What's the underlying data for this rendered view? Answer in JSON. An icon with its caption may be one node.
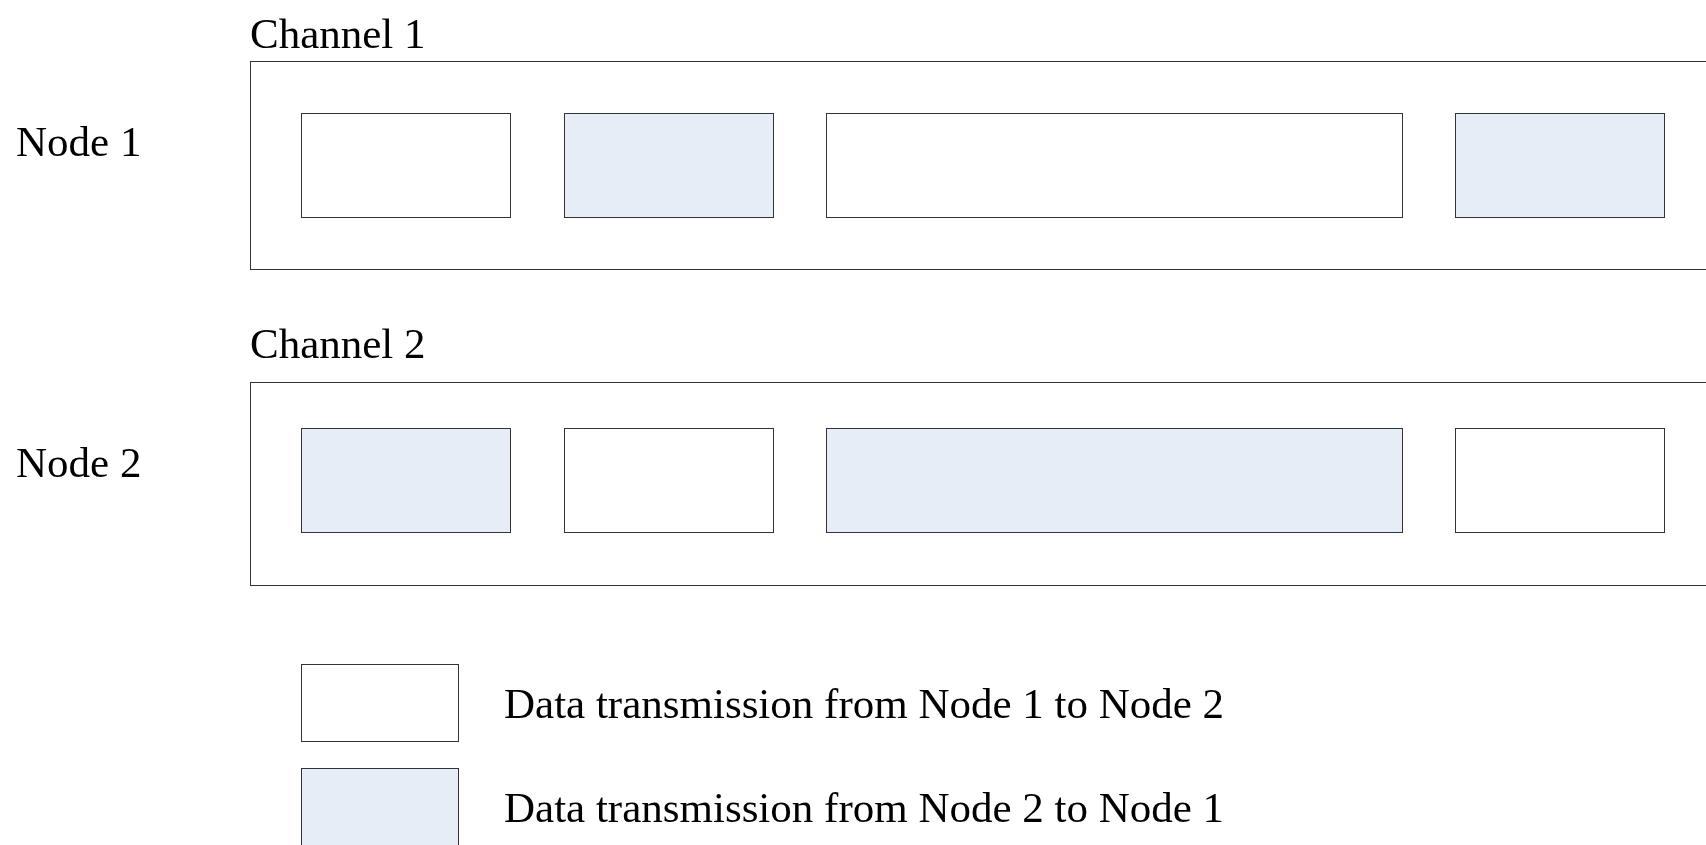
{
  "diagram": {
    "nodes": [
      {
        "text": [
          "Channel 1"
        ]
      },
      {
        "text": [],
        "shape": "box",
        "in": 0
      },
      {
        "text": [],
        "shape": "box",
        "in": 0
      },
      {
        "text": [],
        "shape": "box",
        "in": 0
      },
      {
        "text": [],
        "shape": "box",
        "in": 0
      },
      {
        "text": [
          "Channel 2"
        ]
      },
      {
        "text": [],
        "shape": "box",
        "in": 5
      },
      {
        "text": [],
        "shape": "box",
        "in": 5
      },
      {
        "text": [],
        "shape": "box",
        "in": 5
      },
      {
        "text": [],
        "shape": "box",
        "in": 5
      }
    ],
    "edges": [],
    "labels": [
      "Node 1",
      "Node 2"
    ],
    "legend": [
      {
        "text": "Data transmission from Node 1 to Node 2",
        "color": "#ffffff"
      },
      {
        "text": "Data transmission from Node 2 to Node 1",
        "color": "#e6edf7"
      }
    ]
  }
}
